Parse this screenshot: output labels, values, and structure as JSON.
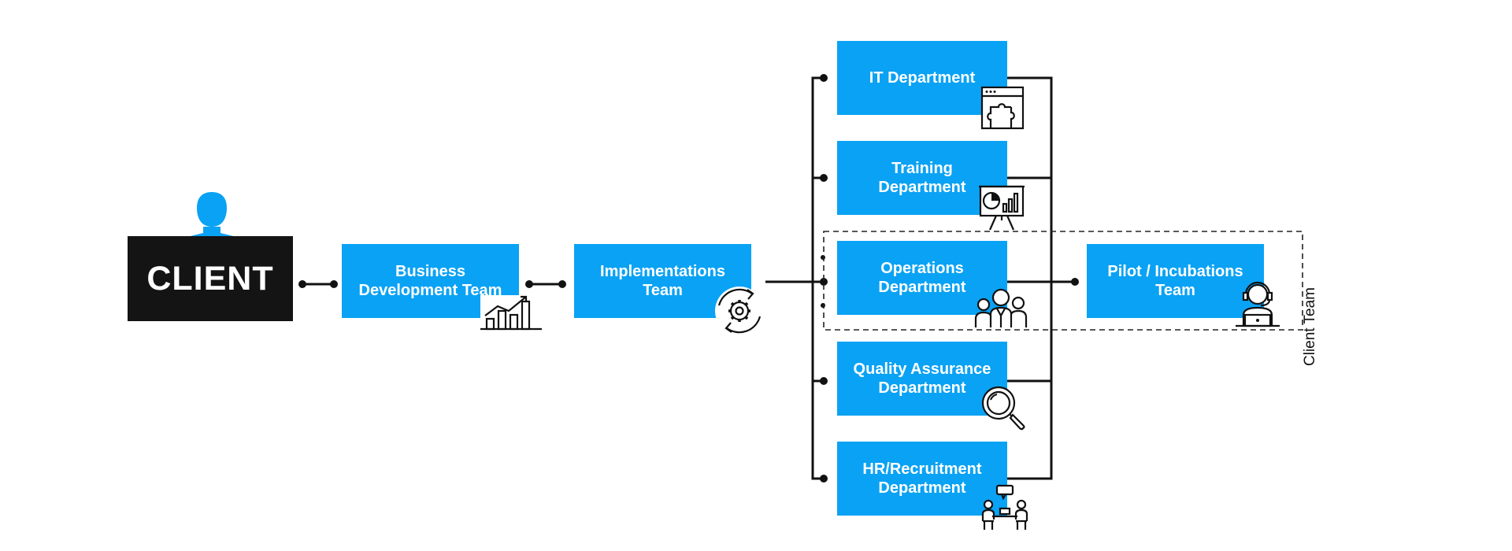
{
  "client": {
    "label": "CLIENT",
    "icon": "person-icon",
    "color": "#0aa2f4"
  },
  "nodes": {
    "business": {
      "label": "Business\nDevelopment Team",
      "icon": "bar-chart-growth-icon"
    },
    "implementations": {
      "label": "Implementations\nTeam",
      "icon": "gear-cycle-icon"
    },
    "it": {
      "label": "IT Department",
      "icon": "browser-puzzle-icon"
    },
    "training": {
      "label": "Training\nDepartment",
      "icon": "presentation-board-icon"
    },
    "operations": {
      "label": "Operations\nDepartment",
      "icon": "team-group-icon"
    },
    "pilot": {
      "label": "Pilot / Incubations\nTeam",
      "icon": "support-agent-icon"
    },
    "qa": {
      "label": "Quality Assurance\nDepartment",
      "icon": "magnifier-icon"
    },
    "hr": {
      "label": "HR/Recruitment\nDepartment",
      "icon": "interview-icon"
    }
  },
  "group": {
    "label": "Client Team"
  },
  "colors": {
    "box": "#0aa2f4",
    "client_bg": "#141414",
    "line": "#111111"
  }
}
